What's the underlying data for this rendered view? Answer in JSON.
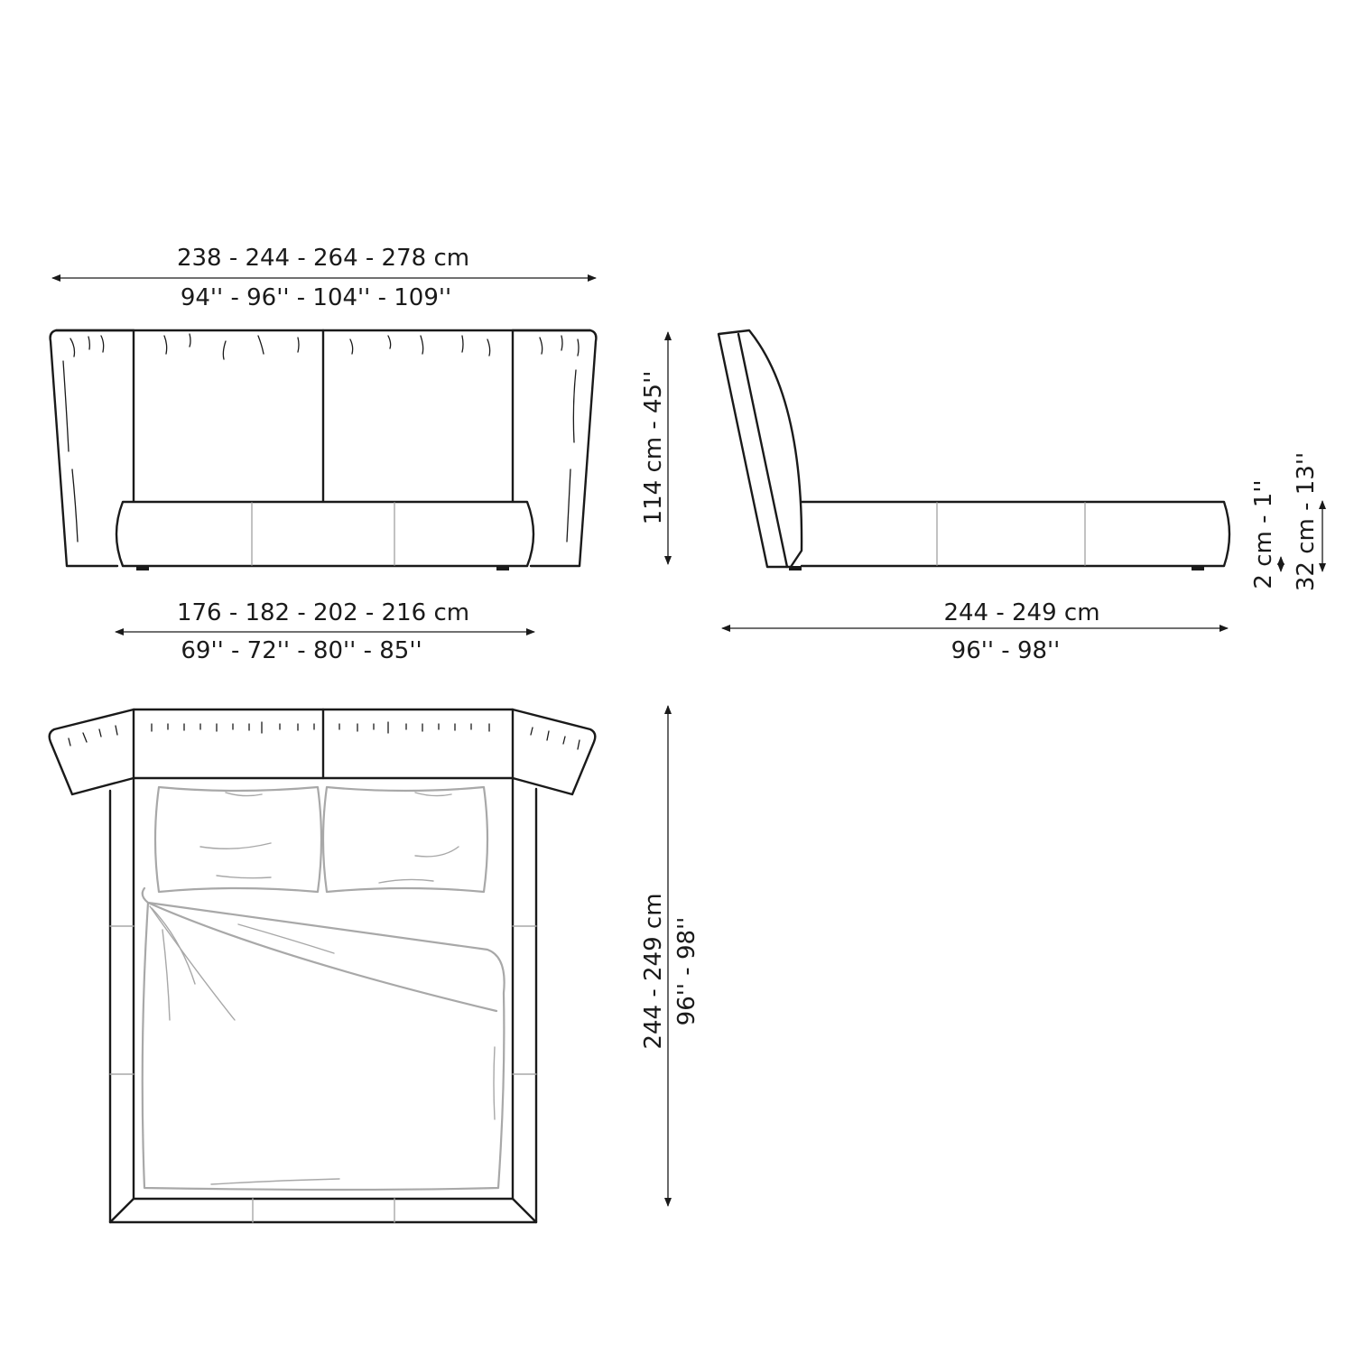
{
  "front_view": {
    "width_cm": "238 - 244 - 264 - 278 cm",
    "width_in": "94'' - 96'' - 104'' - 109''",
    "inner_width_cm": "176 - 182 - 202 - 216 cm",
    "inner_width_in": "69'' - 72'' - 80'' - 85''"
  },
  "side_view": {
    "height": "114 cm - 45''",
    "length_cm": "244 - 249 cm",
    "length_in": "96'' - 98''",
    "feet_height": "2 cm - 1''",
    "base_height": "32 cm - 13''"
  },
  "top_view": {
    "length_cm": "244 - 249 cm",
    "length_in": "96'' - 98''"
  },
  "colors": {
    "outline": "#1a1a1a",
    "bedding": "#a8a8a8",
    "background": "#ffffff"
  }
}
